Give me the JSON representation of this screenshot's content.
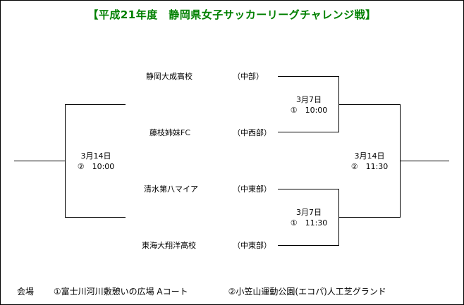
{
  "title": "【平成21年度　静岡県女子サッカーリーグチャレンジ戦】",
  "teams": [
    {
      "name": "静岡大成高校",
      "area": "（中部）"
    },
    {
      "name": "藤枝姉妹FC",
      "area": "（中西部）"
    },
    {
      "name": "清水第八マイア",
      "area": "（中東部）"
    },
    {
      "name": "東海大翔洋高校",
      "area": "（中東部）"
    }
  ],
  "matches": {
    "semi_top": {
      "date": "3月7日",
      "venue_time": "①　10:00"
    },
    "semi_bottom": {
      "date": "3月7日",
      "venue_time": "①　11:30"
    },
    "left": {
      "date": "3月14日",
      "venue_time": "②　10:00"
    },
    "right": {
      "date": "3月14日",
      "venue_time": "②　11:30"
    }
  },
  "footer": {
    "label": "会場",
    "venue1": "①富士川河川敷憩いの広場 Aコート",
    "venue2": "②小笠山運動公園(エコパ)人工芝グランド"
  },
  "colors": {
    "title": "#008000",
    "lines": "#000000"
  }
}
